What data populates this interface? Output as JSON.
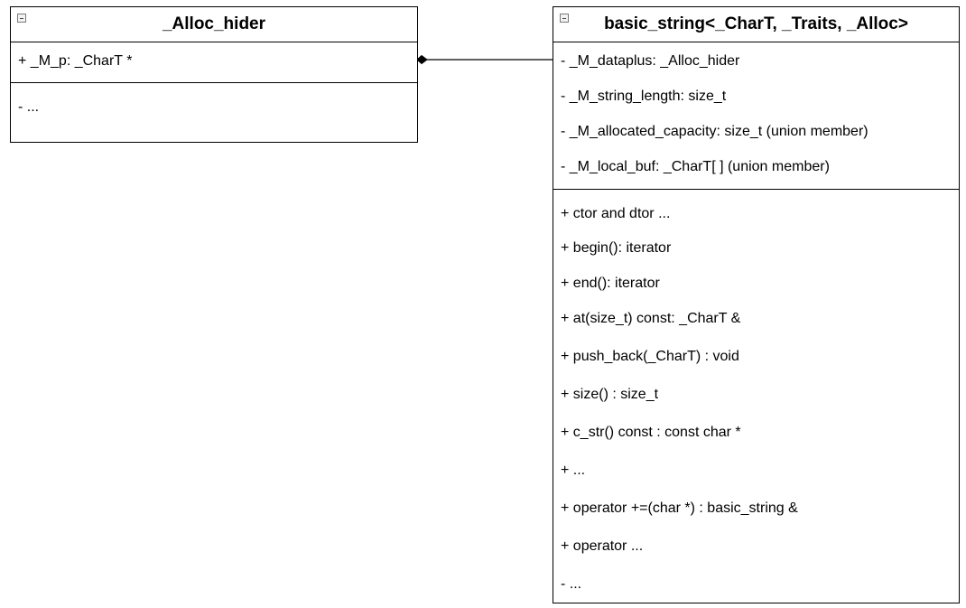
{
  "classes": {
    "alloc_hider": {
      "name": "_Alloc_hider",
      "attributes": [
        "+ _M_p: _CharT *"
      ],
      "operations": [
        "- ..."
      ]
    },
    "basic_string": {
      "name": "basic_string<_CharT, _Traits, _Alloc>",
      "attributes": [
        "- _M_dataplus: _Alloc_hider",
        "- _M_string_length: size_t",
        "- _M_allocated_capacity: size_t (union member)",
        "- _M_local_buf: _CharT[ ] (union member)"
      ],
      "operations": [
        "+ ctor and dtor ...",
        "+ begin(): iterator",
        "+ end(): iterator",
        "+ at(size_t) const: _CharT &",
        "+ push_back(_CharT) : void",
        "+ size() : size_t",
        "+ c_str() const : const char *",
        "+ ...",
        "+ operator +=(char *) : basic_string &",
        "+ operator ...",
        "- ..."
      ]
    }
  },
  "relationship": {
    "type": "composition",
    "whole": "_Alloc_hider",
    "part": "basic_string<_CharT, _Traits, _Alloc>"
  },
  "icons": {
    "collapse": "collapse-icon"
  },
  "colors": {
    "line": "#000000",
    "background": "#ffffff"
  }
}
